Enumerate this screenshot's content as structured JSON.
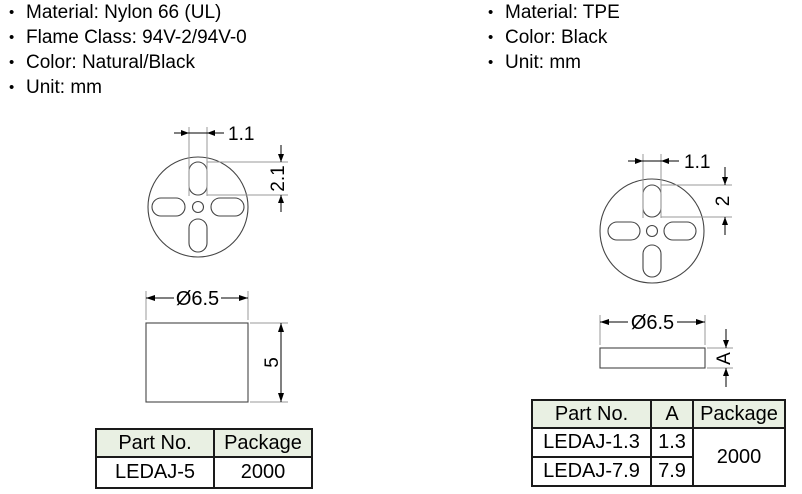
{
  "left_panel": {
    "specs": [
      "Material: Nylon 66 (UL)",
      "Flame Class: 94V-2/94V-0",
      "Color: Natural/Black",
      "Unit: mm"
    ],
    "top_view": {
      "slot_width": "1.1",
      "slot_length": "2.1"
    },
    "side_view": {
      "diameter": "Ø6.5",
      "height": "5"
    },
    "table": {
      "headers": [
        "Part No.",
        "Package"
      ],
      "rows": [
        [
          "LEDAJ-5",
          "2000"
        ]
      ]
    }
  },
  "right_panel": {
    "specs": [
      "Material: TPE",
      "Color: Black",
      "Unit: mm"
    ],
    "top_view": {
      "slot_width": "1.1",
      "slot_length": "2"
    },
    "side_view": {
      "diameter": "Ø6.5",
      "height": "A"
    },
    "table": {
      "headers": [
        "Part No.",
        "A",
        "Package"
      ],
      "rows": [
        [
          "LEDAJ-1.3",
          "1.3"
        ],
        [
          "LEDAJ-7.9",
          "7.9"
        ]
      ],
      "package_value": "2000"
    }
  },
  "colors": {
    "table_header_bg": "#e9f0e3",
    "table_border": "#000000",
    "drawing_line": "#454545",
    "extension_line": "#9a9a9a",
    "text": "#000000"
  }
}
